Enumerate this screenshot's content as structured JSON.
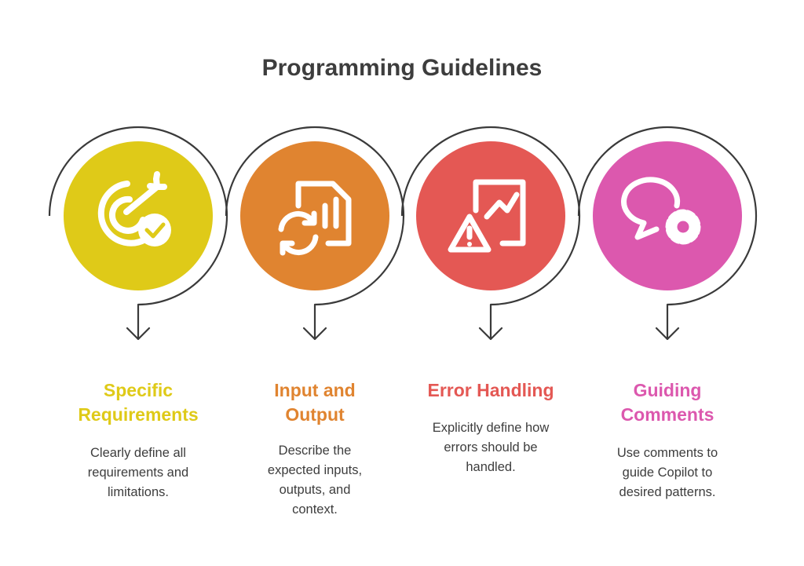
{
  "title": "Programming Guidelines",
  "colors": {
    "outline": "#3a3a3a",
    "title_text": "#3d3d3d",
    "body_text": "#3d3d3d"
  },
  "steps": [
    {
      "title_line1": "Specific",
      "title_line2": "Requirements",
      "desc_line1": "Clearly define all",
      "desc_line2": "requirements and",
      "desc_line3": "limitations.",
      "desc_line4": "",
      "color": "#dfca18",
      "icon": "target-check-icon"
    },
    {
      "title_line1": "Input and",
      "title_line2": "Output",
      "desc_line1": "Describe the",
      "desc_line2": "expected inputs,",
      "desc_line3": "outputs, and",
      "desc_line4": "context.",
      "color": "#e08430",
      "icon": "document-refresh-icon"
    },
    {
      "title_line1": "Error Handling",
      "title_line2": "",
      "desc_line1": "Explicitly define how",
      "desc_line2": "errors should be",
      "desc_line3": "handled.",
      "desc_line4": "",
      "color": "#e45854",
      "icon": "chart-warning-icon"
    },
    {
      "title_line1": "Guiding",
      "title_line2": "Comments",
      "desc_line1": "Use comments to",
      "desc_line2": "guide Copilot to",
      "desc_line3": "desired patterns.",
      "desc_line4": "",
      "color": "#dc58ae",
      "icon": "chat-gear-icon"
    }
  ]
}
